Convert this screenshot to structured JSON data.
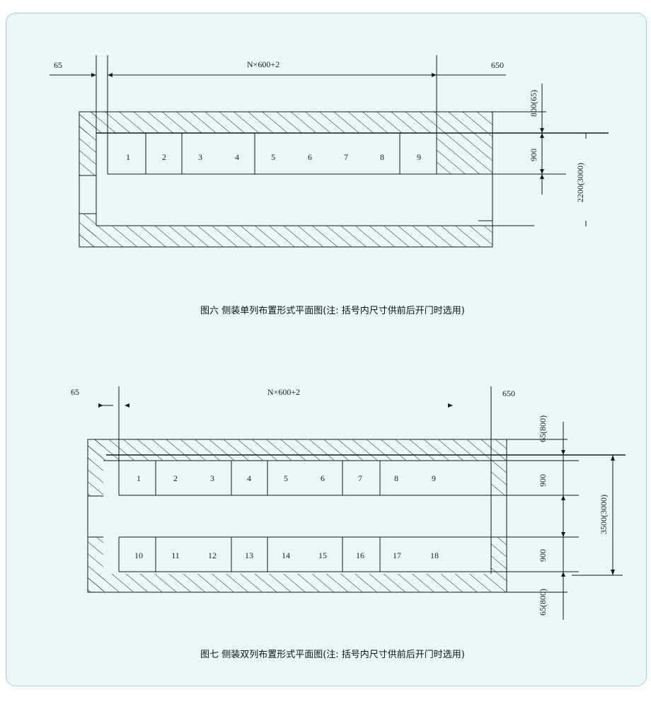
{
  "figure6": {
    "dim_left": "65",
    "dim_main": "N×600+2",
    "dim_right": "650",
    "dim_top_wall": "800(65)",
    "dim_row": "900",
    "dim_total": "2200(3000)",
    "cabinets": [
      "1",
      "2",
      "3",
      "4",
      "5",
      "6",
      "7",
      "8",
      "9"
    ],
    "caption": "图六 侧装单列布置形式平面图(注: 括号内尺寸供前后开门时选用)"
  },
  "figure7": {
    "dim_left": "65",
    "dim_main": "N×600+2",
    "dim_right": "650",
    "dim_top_wall": "65(800)",
    "dim_row_top": "900",
    "dim_row_bottom": "900",
    "dim_total": "3500(3000)",
    "dim_bottom_wall": "65(800)",
    "cabinets_top": [
      "1",
      "2",
      "3",
      "4",
      "5",
      "6",
      "7",
      "8",
      "9"
    ],
    "cabinets_bottom": [
      "10",
      "11",
      "12",
      "13",
      "14",
      "15",
      "16",
      "17",
      "18"
    ],
    "caption": "图七 侧装双列布置形式平面图(注: 括号内尺寸供前后开门时选用)"
  }
}
